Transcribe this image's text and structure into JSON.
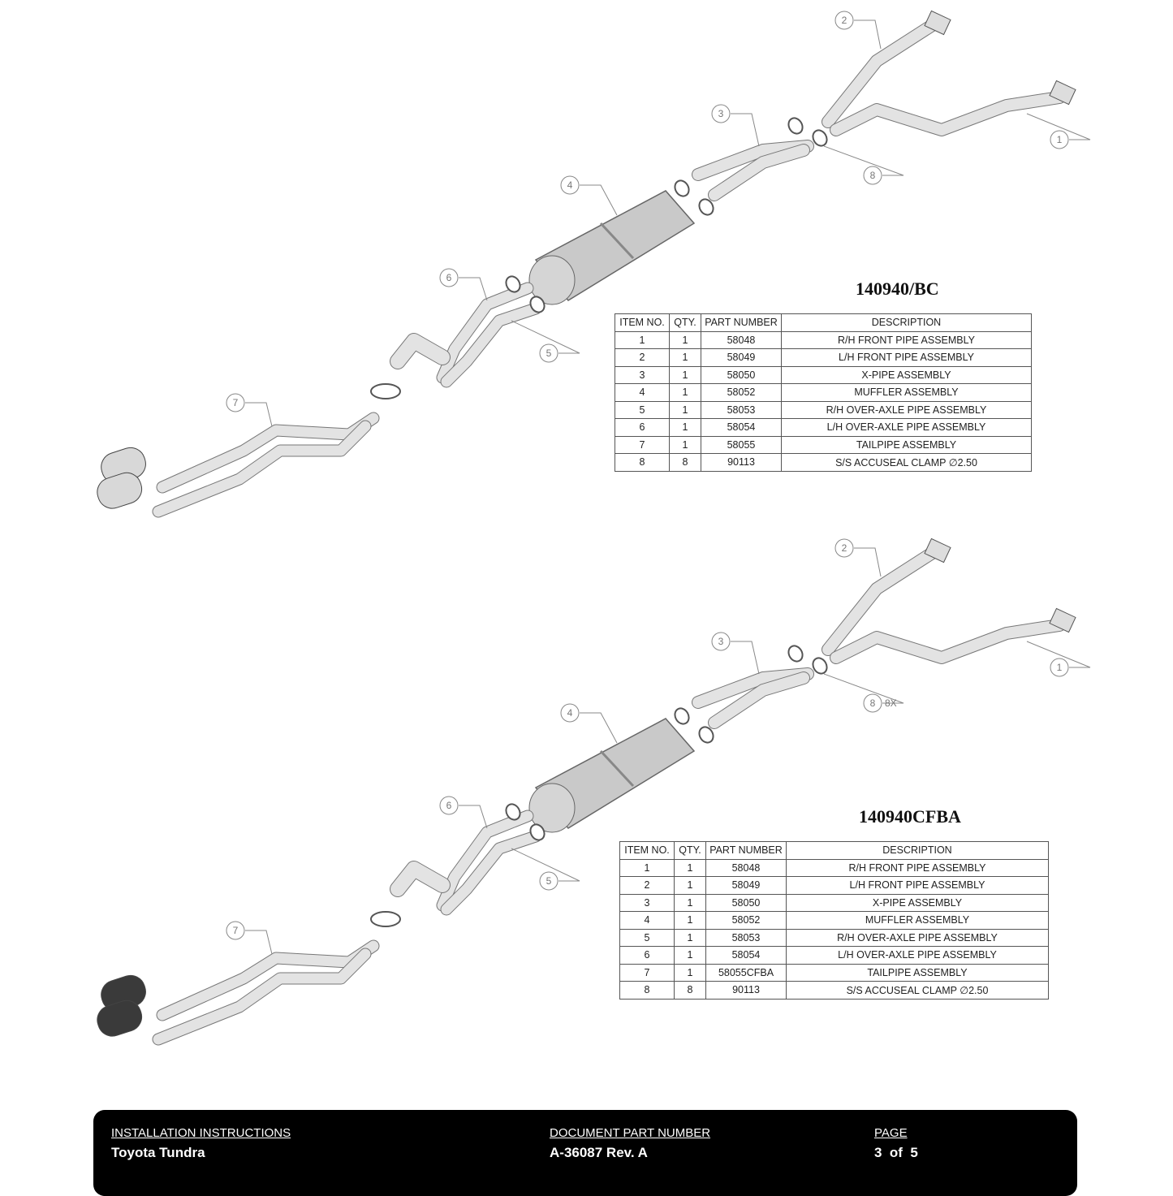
{
  "assemblies": [
    {
      "title": "140940/BC",
      "columns": [
        "ITEM NO.",
        "QTY.",
        "PART NUMBER",
        "DESCRIPTION"
      ],
      "rows": [
        [
          "1",
          "1",
          "58048",
          "R/H FRONT PIPE ASSEMBLY"
        ],
        [
          "2",
          "1",
          "58049",
          "L/H FRONT PIPE ASSEMBLY"
        ],
        [
          "3",
          "1",
          "58050",
          "X-PIPE ASSEMBLY"
        ],
        [
          "4",
          "1",
          "58052",
          "MUFFLER ASSEMBLY"
        ],
        [
          "5",
          "1",
          "58053",
          "R/H OVER-AXLE PIPE ASSEMBLY"
        ],
        [
          "6",
          "1",
          "58054",
          "L/H OVER-AXLE PIPE ASSEMBLY"
        ],
        [
          "7",
          "1",
          "58055",
          "TAILPIPE ASSEMBLY"
        ],
        [
          "8",
          "8",
          "90113",
          "S/S ACCUSEAL CLAMP ∅2.50"
        ]
      ],
      "balloons": [
        "1",
        "2",
        "3",
        "4",
        "5",
        "6",
        "7",
        "8"
      ],
      "tip_color": "#d8d8d8"
    },
    {
      "title": "140940CFBA",
      "columns": [
        "ITEM NO.",
        "QTY.",
        "PART NUMBER",
        "DESCRIPTION"
      ],
      "rows": [
        [
          "1",
          "1",
          "58048",
          "R/H FRONT PIPE ASSEMBLY"
        ],
        [
          "2",
          "1",
          "58049",
          "L/H FRONT PIPE ASSEMBLY"
        ],
        [
          "3",
          "1",
          "58050",
          "X-PIPE ASSEMBLY"
        ],
        [
          "4",
          "1",
          "58052",
          "MUFFLER ASSEMBLY"
        ],
        [
          "5",
          "1",
          "58053",
          "R/H OVER-AXLE PIPE ASSEMBLY"
        ],
        [
          "6",
          "1",
          "58054",
          "L/H OVER-AXLE PIPE ASSEMBLY"
        ],
        [
          "7",
          "1",
          "58055CFBA",
          "TAILPIPE ASSEMBLY"
        ],
        [
          "8",
          "8",
          "90113",
          "S/S ACCUSEAL CLAMP ∅2.50"
        ]
      ],
      "balloons": [
        "1",
        "2",
        "3",
        "4",
        "5",
        "6",
        "7",
        "8"
      ],
      "clamp_qty_note": "8X",
      "tip_color": "#3a3a3a"
    }
  ],
  "footer": {
    "instructions_label": "INSTALLATION INSTRUCTIONS",
    "instructions_value": "Toyota Tundra",
    "doc_label": "DOCUMENT PART NUMBER",
    "doc_value": "A-36087 Rev. A",
    "page_label": "PAGE",
    "page_value": "3  of  5"
  },
  "colors": {
    "pipe": "#e3e3e3",
    "pipe_edge": "#777777",
    "muffler": "#c9c9c9",
    "balloon": "#888888"
  }
}
